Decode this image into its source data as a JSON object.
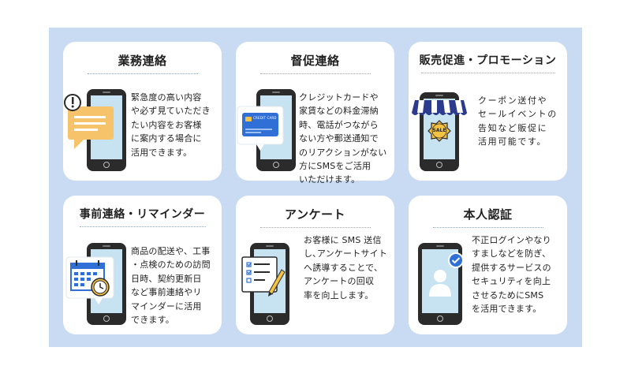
{
  "cards": [
    {
      "title": "業務連絡",
      "desc": "緊急度の高い内容\nや必ず見ていただき\nたい内容をお客様\nに案内する場合に\n活用できます。",
      "icon": "message-alert-icon"
    },
    {
      "title": "督促連絡",
      "desc": "クレジットカードや\n家賃などの料金滞納\n時、電話がつながら\nない方や郵送通知で\nのリアクションがない\n方にSMSをご活用\nいただけます。",
      "icon": "credit-card-icon",
      "card_text": "CREDIT CARD"
    },
    {
      "title": "販売促進・プロモーション",
      "desc": "クーポン送付や\nセールイベントの\n告知など販促に\n活用可能です。",
      "icon": "sale-shop-icon",
      "badge_text": "SALE"
    },
    {
      "title": "事前連絡・リマインダー",
      "desc": "商品の配送や、工事\n・点検のための訪問\n日時、契約更新日\nなど事前連絡やリ\nマインダーに活用\nできます。",
      "icon": "calendar-clock-icon"
    },
    {
      "title": "アンケート",
      "desc": "お客様に SMS 送信\nし､アンケートサイト\nへ誘導することで、\nアンケートの回収\n率を向上します。",
      "icon": "survey-checklist-icon"
    },
    {
      "title": "本人認証",
      "desc": "不正ログインやなり\nすましなどを防ぎ、\n提供するサービスの\nセキュリティを向上\nさせるためにSMS\nを活用できます。",
      "icon": "user-verified-icon"
    }
  ],
  "colors": {
    "panel": "#c9dbf2",
    "screen": "#c7e3f2",
    "phone": "#2b2b2b",
    "accent_orange": "#f6b84b",
    "accent_blue": "#2f6fd6",
    "accent_yellow": "#f3c243"
  }
}
